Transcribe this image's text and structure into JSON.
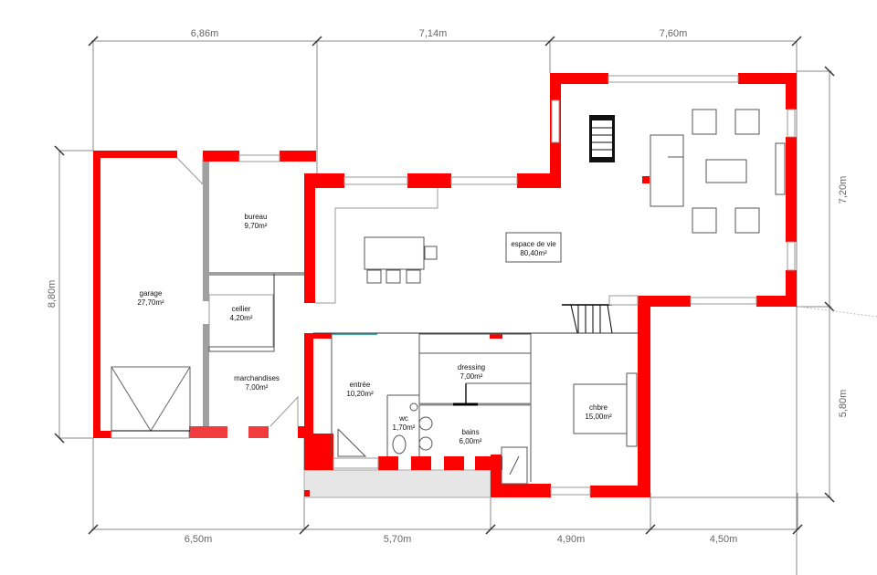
{
  "colors": {
    "wall": "#ff0000",
    "wall_light": "#f03c3c",
    "partition": "#a0a0a0",
    "dimension_line": "#888888",
    "terrace": "#e6e6e6"
  },
  "dimensions": {
    "top": [
      "6,86m",
      "7,14m",
      "7,60m"
    ],
    "bottom": [
      "6,50m",
      "5,70m",
      "4,90m",
      "4,50m"
    ],
    "left": [
      "8,80m"
    ],
    "right": [
      "7,20m",
      "5,80m"
    ]
  },
  "rooms": {
    "garage": {
      "name": "garage",
      "area": "27,70m²"
    },
    "bureau": {
      "name": "bureau",
      "area": "9,70m²"
    },
    "cellier": {
      "name": "cellier",
      "area": "4,20m²"
    },
    "marchandises": {
      "name": "marchandises",
      "area": "7,00m²"
    },
    "espace_de_vie": {
      "name": "espace de vie",
      "area": "80,40m²"
    },
    "entree": {
      "name": "entrée",
      "area": "10,20m²"
    },
    "wc": {
      "name": "wc",
      "area": "1,70m²"
    },
    "dressing": {
      "name": "dressing",
      "area": "7,00m²"
    },
    "bains": {
      "name": "bains",
      "area": "6,00m²"
    },
    "chbre": {
      "name": "chbre",
      "area": "15,00m²"
    }
  }
}
